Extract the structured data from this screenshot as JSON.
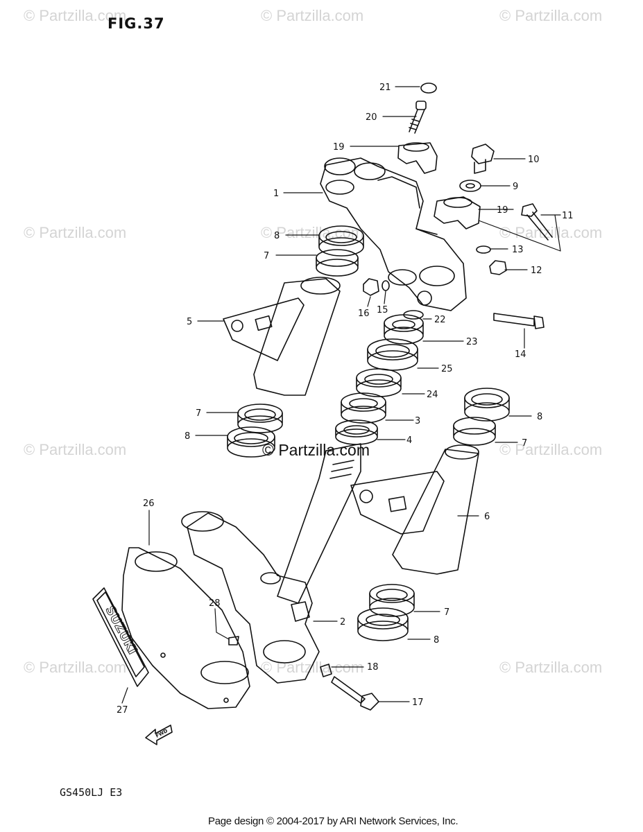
{
  "figure_title": "FIG.37",
  "model_code": "GS450LJ E3",
  "footer": "Page design © 2004-2017 by ARI Network Services, Inc.",
  "watermark": "© Partzilla.com",
  "center_watermark": "© Partzilla.com",
  "fwd_marker": "FWD",
  "plate_text": "SUZUKI",
  "callouts": [
    "21",
    "20",
    "19",
    "10",
    "9",
    "1",
    "19",
    "11",
    "8",
    "13",
    "7",
    "12",
    "16",
    "15",
    "22",
    "5",
    "23",
    "14",
    "25",
    "24",
    "7",
    "8",
    "3",
    "8",
    "4",
    "7",
    "26",
    "6",
    "28",
    "2",
    "7",
    "8",
    "18",
    "17",
    "27"
  ]
}
